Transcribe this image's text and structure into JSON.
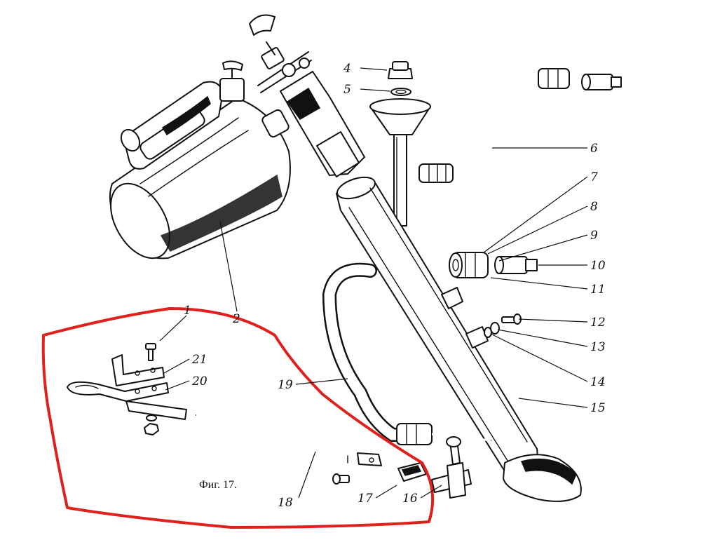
{
  "figure": {
    "caption": "Фиг. 17.",
    "highlight_color": "#e0201c",
    "ink_color": "#111111"
  },
  "callouts": [
    {
      "id": "1",
      "label": "1"
    },
    {
      "id": "2",
      "label": "2"
    },
    {
      "id": "4",
      "label": "4"
    },
    {
      "id": "5",
      "label": "5"
    },
    {
      "id": "6",
      "label": "6"
    },
    {
      "id": "7",
      "label": "7"
    },
    {
      "id": "8",
      "label": "8"
    },
    {
      "id": "9",
      "label": "9"
    },
    {
      "id": "10",
      "label": "10"
    },
    {
      "id": "11",
      "label": "11"
    },
    {
      "id": "12",
      "label": "12"
    },
    {
      "id": "13",
      "label": "13"
    },
    {
      "id": "14",
      "label": "14"
    },
    {
      "id": "15",
      "label": "15"
    },
    {
      "id": "16",
      "label": "16"
    },
    {
      "id": "17",
      "label": "17"
    },
    {
      "id": "18",
      "label": "18"
    },
    {
      "id": "19",
      "label": "19"
    },
    {
      "id": "20",
      "label": "20"
    },
    {
      "id": "21",
      "label": "21"
    }
  ]
}
